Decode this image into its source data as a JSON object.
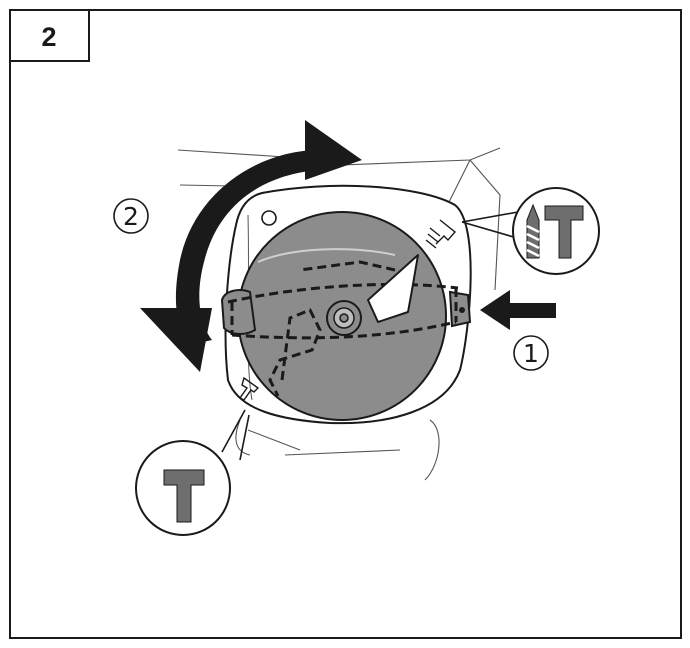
{
  "step": {
    "number": "2"
  },
  "callouts": {
    "push_label": "1",
    "rotate_label": "2"
  },
  "icons": {
    "drill_hammer": "drill-hammer-mode-icon",
    "hammer": "hammer-mode-icon"
  },
  "colors": {
    "ink": "#1a1a1a",
    "dial_fill": "#8c8c8c",
    "icon_fill": "#6e6e6e",
    "paper": "#ffffff"
  }
}
